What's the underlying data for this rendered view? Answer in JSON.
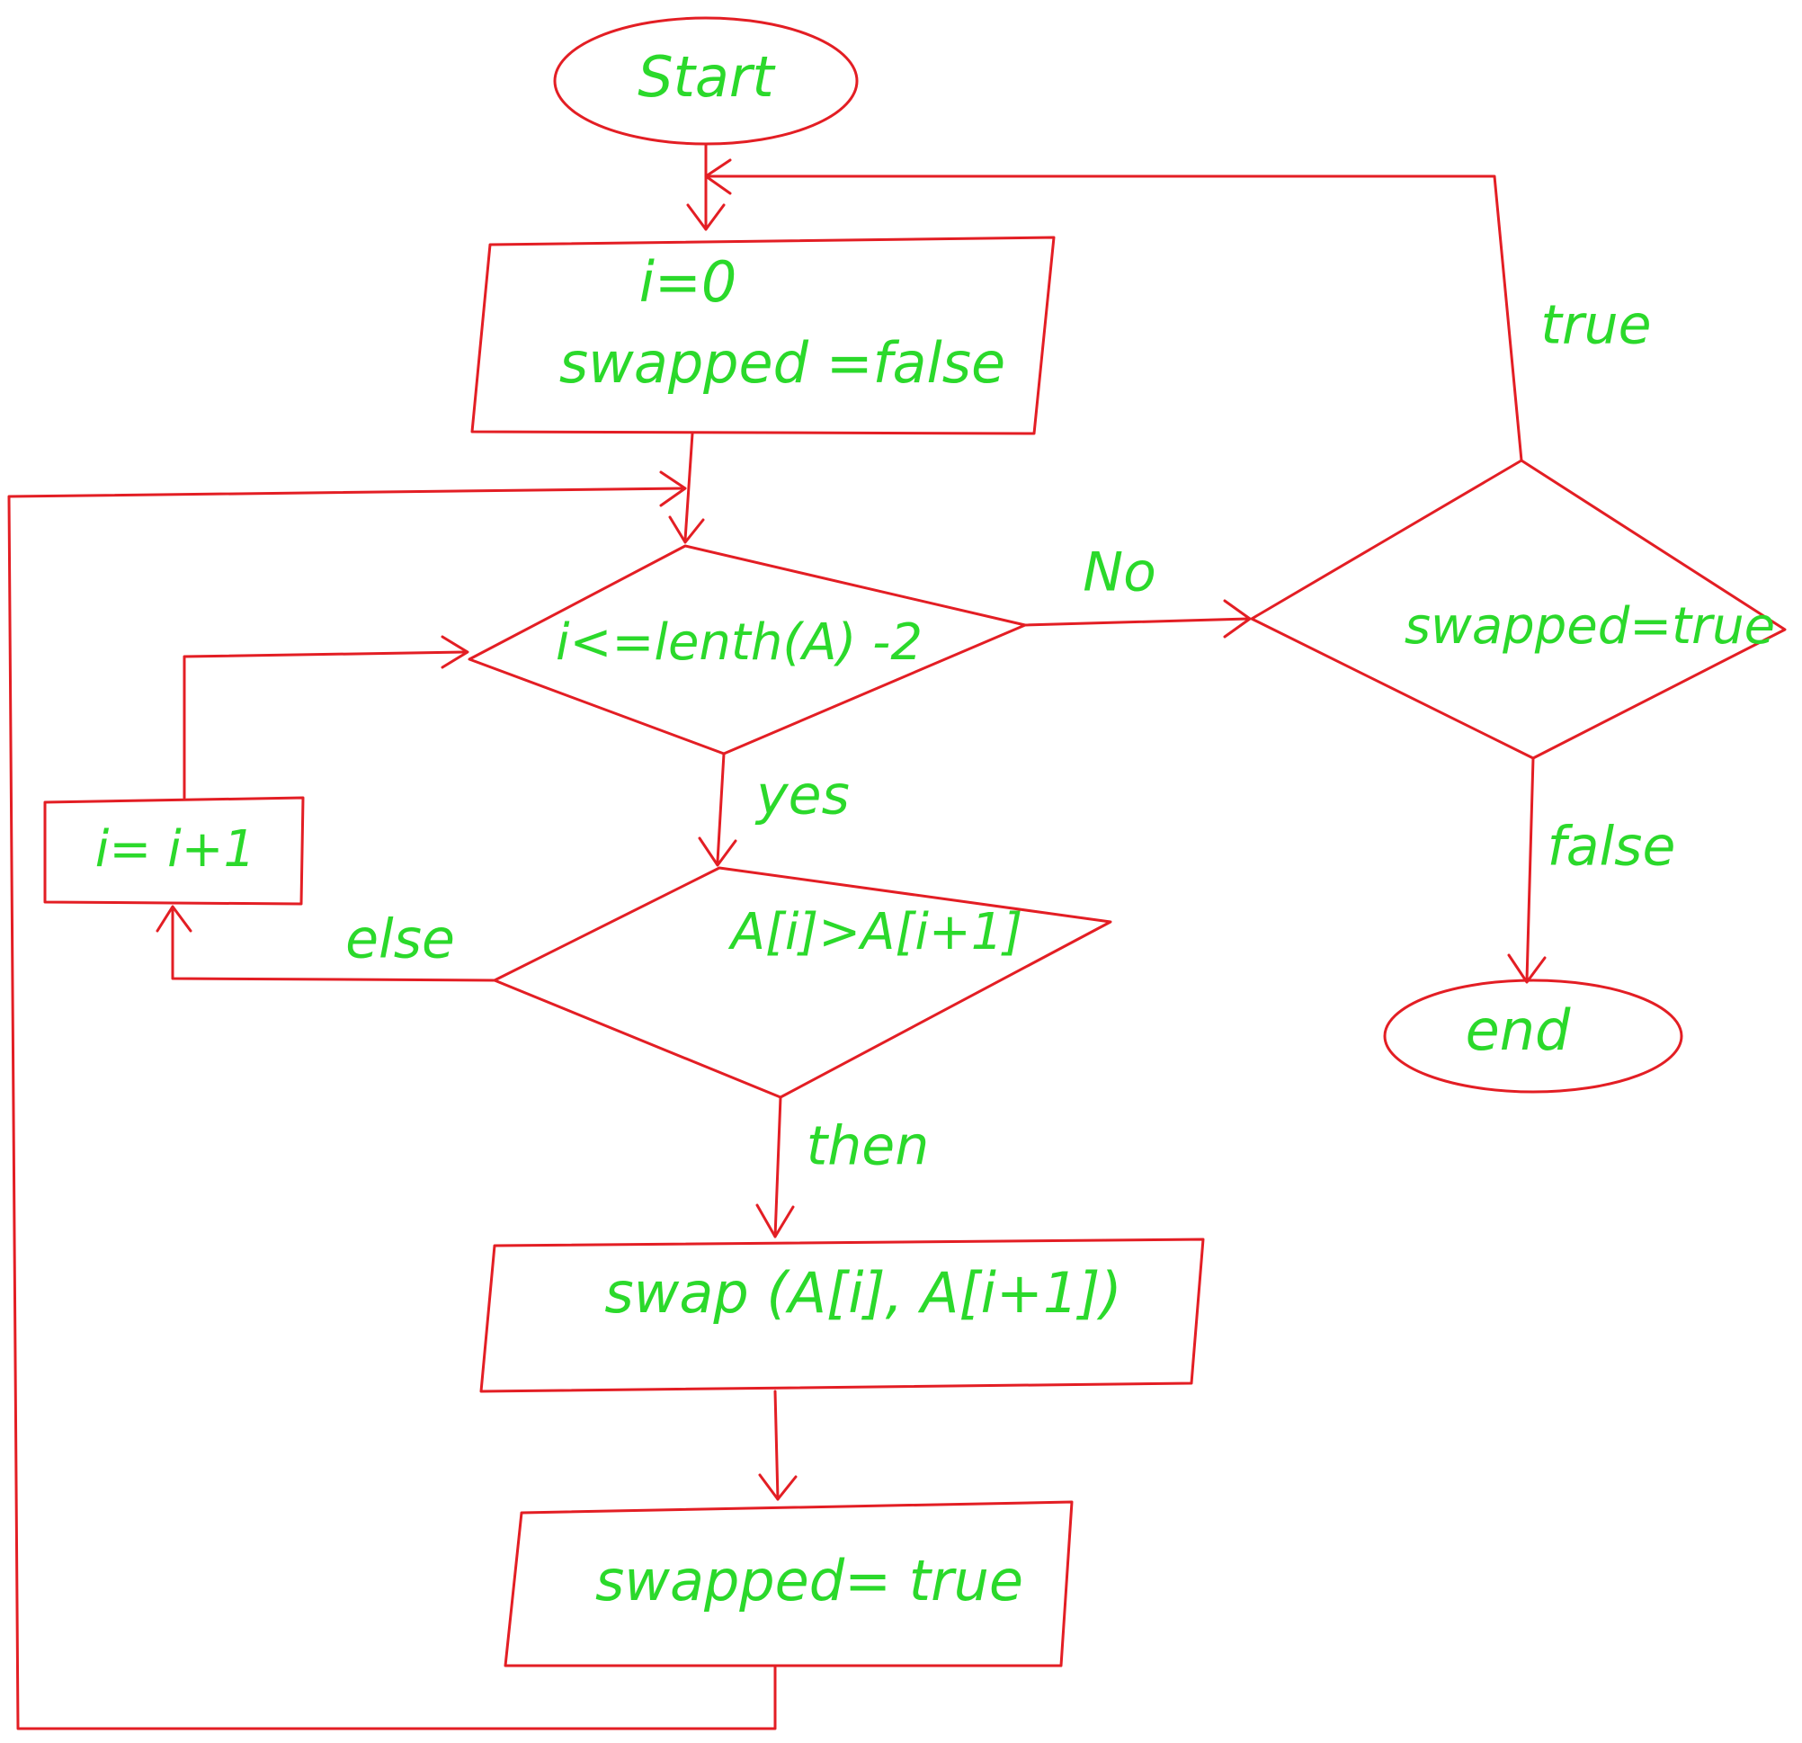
{
  "colors": {
    "line": "#e31e24",
    "text": "#2bd92b"
  },
  "nodes": {
    "start": {
      "label": "Start"
    },
    "init": {
      "line1": "i=0",
      "line2": "swapped =false"
    },
    "loop_cond": {
      "label": "i<=lenth(A) -2"
    },
    "compare": {
      "label": "A[i]>A[i+1]"
    },
    "increment": {
      "label": "i= i+1"
    },
    "swap": {
      "label": "swap (A[i], A[i+1])"
    },
    "set_swapped": {
      "label": "swapped= true"
    },
    "check": {
      "label": "swapped=true"
    },
    "end": {
      "label": "end"
    }
  },
  "edges": {
    "no": "No",
    "yes": "yes",
    "else": "else",
    "then": "then",
    "true": "true",
    "false": "false"
  }
}
